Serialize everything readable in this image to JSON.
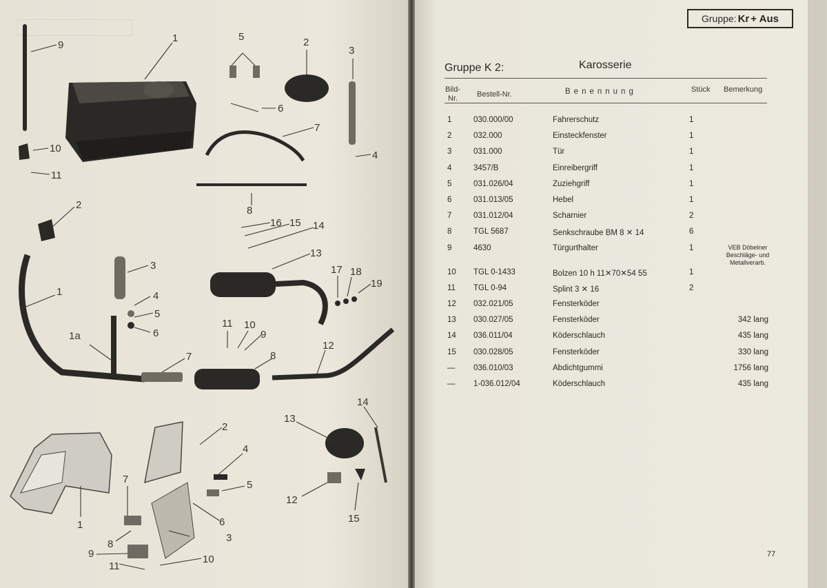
{
  "badge": {
    "prefix": "Gruppe:",
    "kr": "Kr",
    "rest": "+ Aus"
  },
  "section": {
    "title": "Gruppe K 2:",
    "name": "Karosserie"
  },
  "headers": {
    "bild_line1": "Bild-",
    "bild_line2": "Nr.",
    "bestell": "Bestell-Nr.",
    "benennung": "Benennung",
    "stueck": "Stück",
    "bemerkung": "Bemerkung"
  },
  "rows": [
    {
      "nr": "1",
      "bestell": "030.000/00",
      "benennung": "Fahrerschutz",
      "stueck": "1",
      "bemerkung": ""
    },
    {
      "nr": "2",
      "bestell": "032.000",
      "benennung": "Einsteckfenster",
      "stueck": "1",
      "bemerkung": ""
    },
    {
      "nr": "3",
      "bestell": "031.000",
      "benennung": "Tür",
      "stueck": "1",
      "bemerkung": ""
    },
    {
      "nr": "4",
      "bestell": "3457/B",
      "benennung": "Einreibergriff",
      "stueck": "1",
      "bemerkung": ""
    },
    {
      "nr": "5",
      "bestell": "031.026/04",
      "benennung": "Zuziehgriff",
      "stueck": "1",
      "bemerkung": ""
    },
    {
      "nr": "6",
      "bestell": "031.013/05",
      "benennung": "Hebel",
      "stueck": "1",
      "bemerkung": ""
    },
    {
      "nr": "7",
      "bestell": "031.012/04",
      "benennung": "Scharnier",
      "stueck": "2",
      "bemerkung": ""
    },
    {
      "nr": "8",
      "bestell": "TGL 5687",
      "benennung": "Senkschraube BM 8 ✕ 14",
      "stueck": "6",
      "bemerkung": ""
    },
    {
      "nr": "9",
      "bestell": "4630",
      "benennung": "Türgurthalter",
      "stueck": "1",
      "bemerkung": "",
      "note": [
        "VEB Döbelner",
        "Beschläge- und",
        "Metallverarb."
      ]
    },
    {
      "nr": "10",
      "bestell": "TGL 0-1433",
      "benennung": "Bolzen 10 h 11✕70✕54 55",
      "stueck": "1",
      "bemerkung": ""
    },
    {
      "nr": "11",
      "bestell": "TGL 0-94",
      "benennung": "Splint 3 ✕ 16",
      "stueck": "2",
      "bemerkung": ""
    },
    {
      "nr": "12",
      "bestell": "032.021/05",
      "benennung": "Fensterköder",
      "stueck": "",
      "bemerkung": ""
    },
    {
      "nr": "13",
      "bestell": "030.027/05",
      "benennung": "Fensterköder",
      "stueck": "",
      "bemerkung": "342 lang"
    },
    {
      "nr": "14",
      "bestell": "036.011/04",
      "benennung": "Köderschlauch",
      "stueck": "",
      "bemerkung": "435 lang"
    },
    {
      "nr": "15",
      "bestell": "030.028/05",
      "benennung": "Fensterköder",
      "stueck": "",
      "bemerkung": "330 lang"
    },
    {
      "nr": "—",
      "bestell": "036.010/03",
      "benennung": "Abdichtgummi",
      "stueck": "",
      "bemerkung": "1756 lang"
    },
    {
      "nr": "—",
      "bestell": "1-036.012/04",
      "benennung": "Köderschlauch",
      "stueck": "",
      "bemerkung": "435 lang"
    }
  ],
  "page_number": "77",
  "callouts": {
    "top": [
      "9",
      "1",
      "5",
      "2",
      "3",
      "6",
      "7",
      "4",
      "10",
      "11",
      "8"
    ],
    "middle": [
      "2",
      "3",
      "16",
      "15",
      "14",
      "13",
      "17",
      "18",
      "19",
      "1",
      "4",
      "5",
      "1a",
      "6",
      "11",
      "10",
      "9",
      "7",
      "8",
      "12"
    ],
    "bottom": [
      "14",
      "2",
      "13",
      "4",
      "7",
      "5",
      "6",
      "12",
      "15",
      "1",
      "8",
      "3",
      "9",
      "10",
      "11"
    ]
  }
}
